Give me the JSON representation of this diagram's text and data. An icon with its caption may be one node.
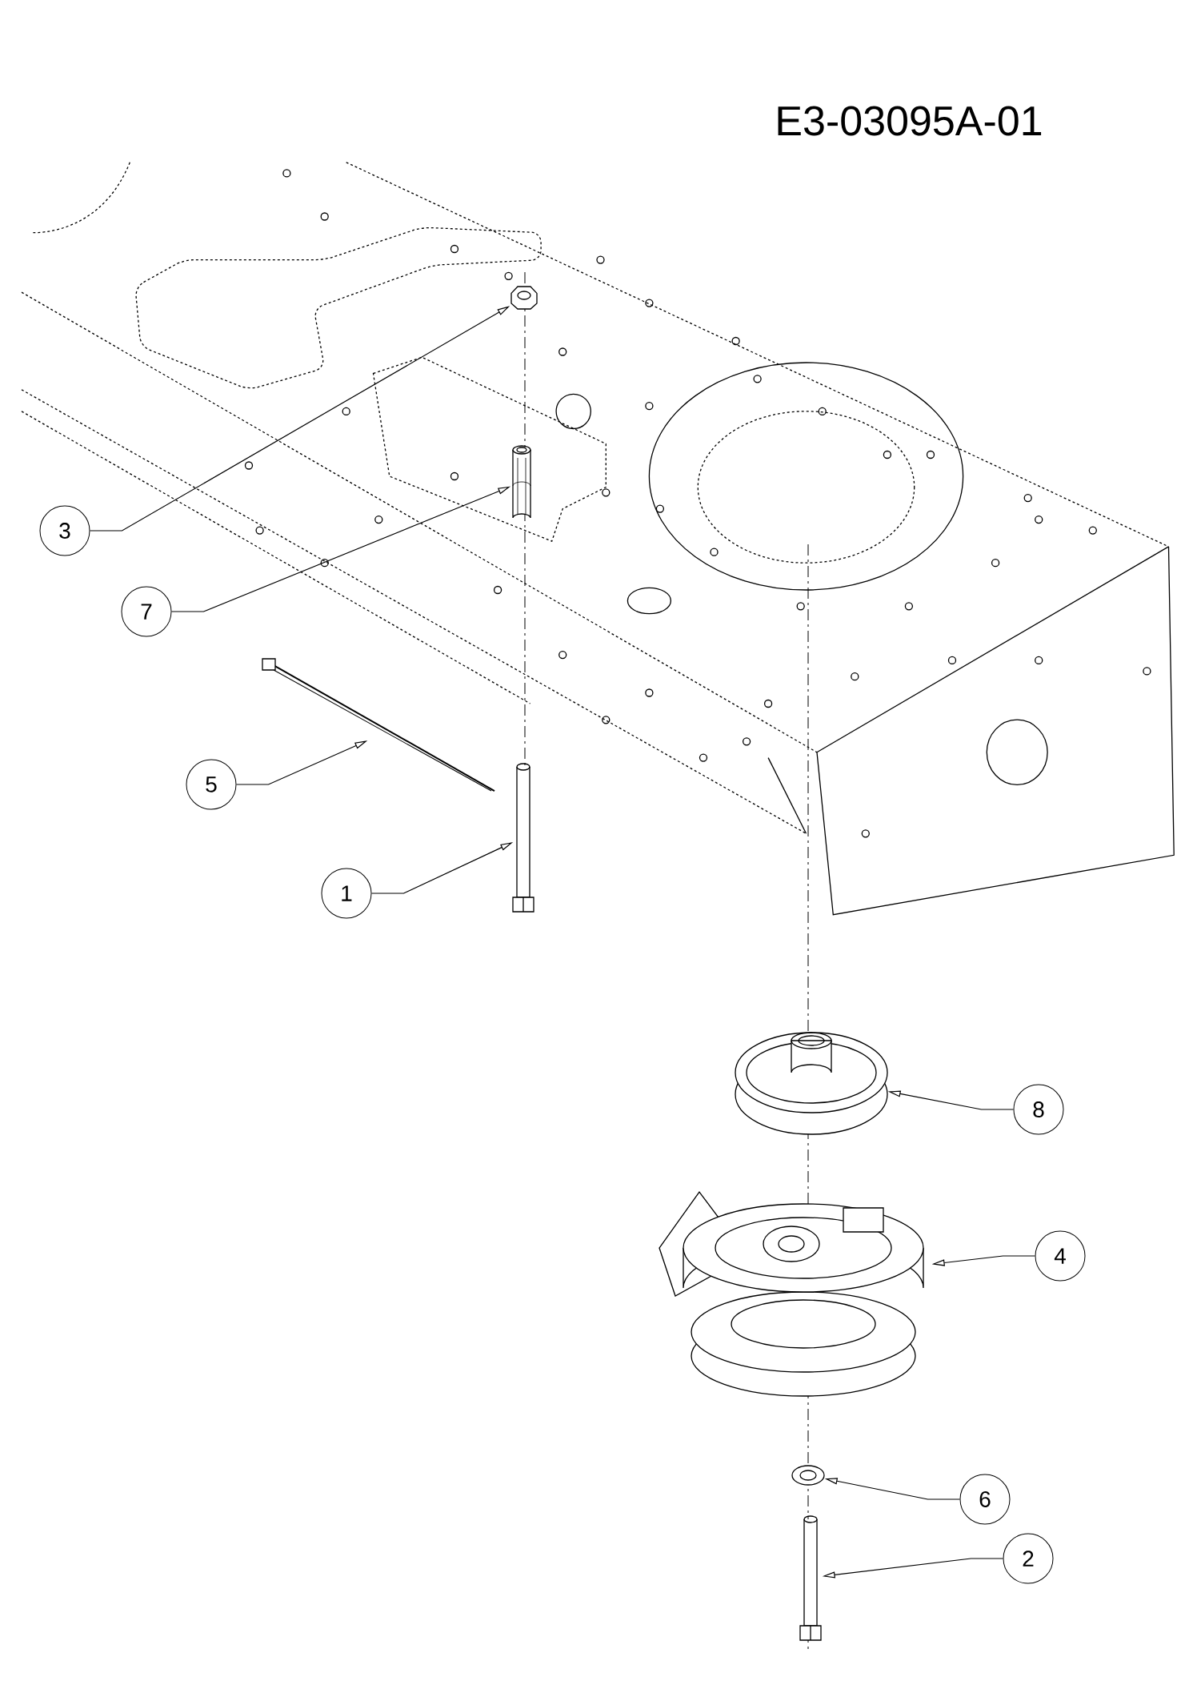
{
  "diagram": {
    "nodes": [
      {
        "text": [
          "3"
        ]
      },
      {
        "text": [
          "7"
        ]
      },
      {
        "text": [
          "5"
        ]
      },
      {
        "text": [
          "1"
        ]
      },
      {
        "text": [
          "8"
        ]
      },
      {
        "text": [
          "4"
        ]
      },
      {
        "text": [
          "6"
        ]
      },
      {
        "text": [
          "2"
        ]
      },
      {
        "text": [],
        "shape": "picture"
      },
      {
        "text": [],
        "shape": "picture"
      },
      {
        "text": [],
        "shape": "picture"
      },
      {
        "text": [],
        "shape": "picture"
      },
      {
        "text": [],
        "shape": "picture"
      },
      {
        "text": [],
        "shape": "picture"
      },
      {
        "text": [],
        "shape": "picture"
      },
      {
        "text": [],
        "shape": "picture"
      }
    ],
    "edges": [
      {
        "from": 0,
        "to": 8,
        "arrow": "to"
      },
      {
        "from": 1,
        "to": 9,
        "arrow": "to"
      },
      {
        "from": 2,
        "to": 10,
        "arrow": "to"
      },
      {
        "from": 3,
        "to": 11,
        "arrow": "to"
      },
      {
        "from": 4,
        "to": 12,
        "arrow": "to"
      },
      {
        "from": 5,
        "to": 13,
        "arrow": "to"
      },
      {
        "from": 6,
        "to": 14,
        "arrow": "to"
      },
      {
        "from": 7,
        "to": 15,
        "arrow": "to"
      }
    ],
    "labels": [
      "E3-03095A-01"
    ]
  }
}
